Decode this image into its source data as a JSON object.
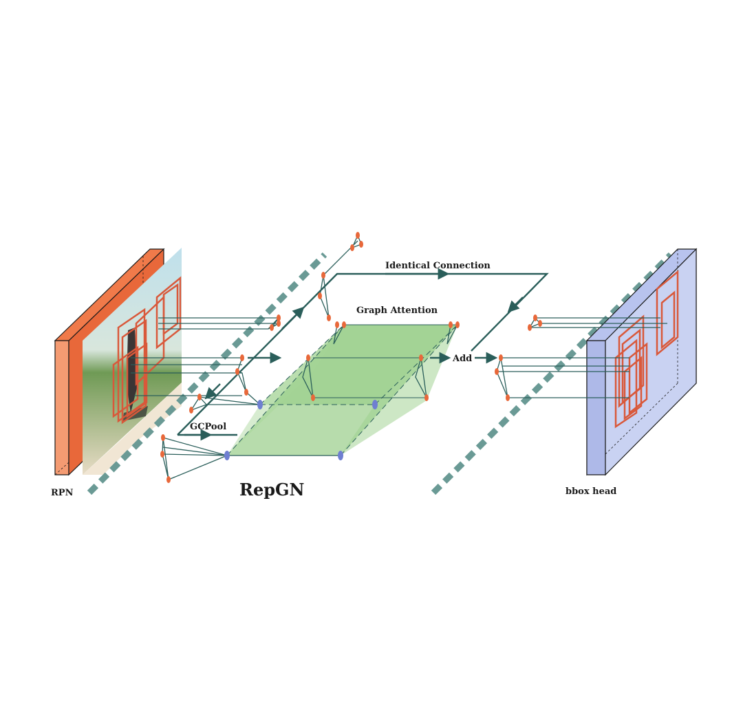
{
  "labels": {
    "rpn": "RPN",
    "repgn": "RepGN",
    "bbox_head": "bbox head",
    "identical_connection": "Identical Connection",
    "graph_attention": "Graph Attention",
    "gcpool": "GCPool",
    "add": "Add"
  },
  "colors": {
    "edge": "#2a5e5a",
    "node": "#e8683a",
    "pooled_node": "#6f7fd1",
    "rpn_block": "#e8683a",
    "bbox_block": "#c9d2f2",
    "plane": "#8cc77a",
    "divider": "#6a9a95",
    "box": "#d9583a"
  },
  "icons": {
    "photo": "beach-path-photo-icon"
  }
}
